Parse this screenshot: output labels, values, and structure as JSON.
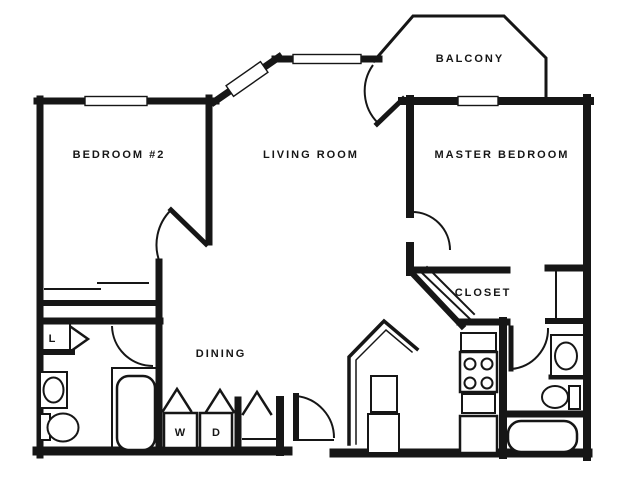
{
  "labels": {
    "bedroom2": "BEDROOM #2",
    "living_room": "LIVING ROOM",
    "balcony": "BALCONY",
    "master_bedroom": "MASTER BEDROOM",
    "closet": "CLOSET",
    "dining": "DINING",
    "linen": "L",
    "washer": "W",
    "dryer": "D"
  },
  "colors": {
    "line": "#161616",
    "background": "#ffffff"
  }
}
